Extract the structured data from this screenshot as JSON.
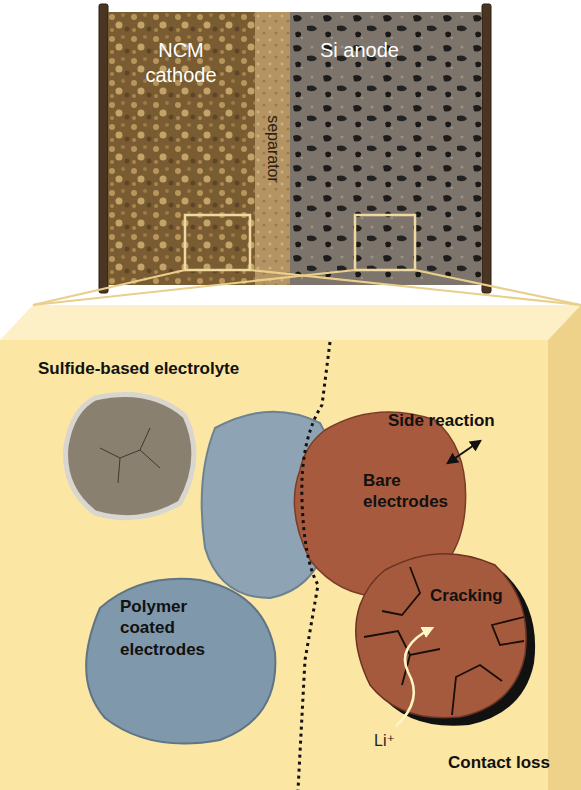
{
  "diagram": {
    "nodes": [
      {
        "text": [
          "NCM cathode"
        ]
      },
      {
        "text": [
          "separator"
        ]
      },
      {
        "text": [
          "Si anode"
        ]
      },
      {
        "text": [
          "Sulfide-based electrolyte"
        ]
      },
      {
        "text": [
          "Polymer coated electrodes"
        ],
        "in": 3
      },
      {
        "text": [
          "Bare electrodes"
        ],
        "in": 3
      },
      {
        "text": [
          "Cracking"
        ],
        "in": 3
      }
    ],
    "labels": [
      "Side reaction",
      "Li⁺",
      "Contact loss"
    ]
  }
}
